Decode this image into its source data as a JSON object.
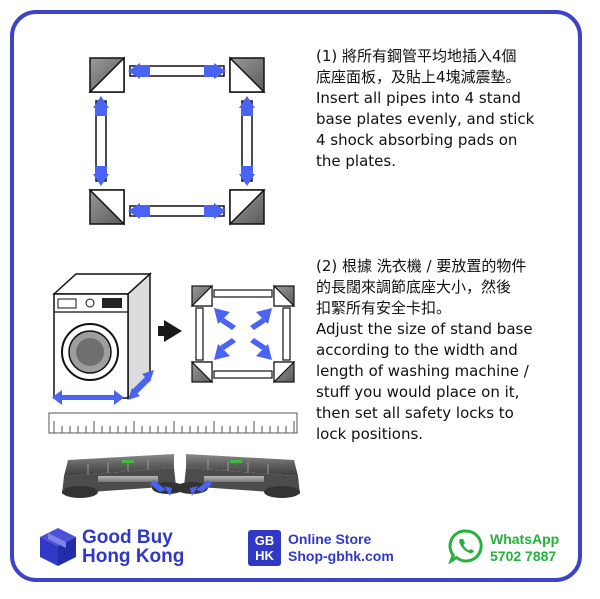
{
  "step1": {
    "lines": [
      "(1) 將所有鋼管平均地插入4個",
      "底座面板，及貼上4塊減震墊。",
      "Insert all pipes into 4 stand",
      "base plates evenly, and stick",
      "4 shock absorbing pads on",
      "the plates."
    ]
  },
  "step2": {
    "lines": [
      "(2) 根據 洗衣機 / 要放置的物件",
      "的長闊來調節底座大小，然後",
      "扣緊所有安全卡扣。",
      "Adjust the size of stand base",
      "according to the width and",
      "length of washing machine /",
      "stuff you would place on it,",
      "then set all safety locks to",
      "lock positions."
    ]
  },
  "footer": {
    "brand_line1": "Good Buy",
    "brand_line2": "Hong Kong",
    "badge_top": "GB",
    "badge_bottom": "HK",
    "store_label": "Online Store",
    "store_url": "Shop-gbhk.com",
    "whatsapp_label": "WhatsApp",
    "whatsapp_number": "5702 7887"
  },
  "colors": {
    "frame": "#3b43c8",
    "accent_blue": "#2f39c6",
    "arrow_blue": "#4a63f2",
    "whatsapp_green": "#25b13c"
  }
}
